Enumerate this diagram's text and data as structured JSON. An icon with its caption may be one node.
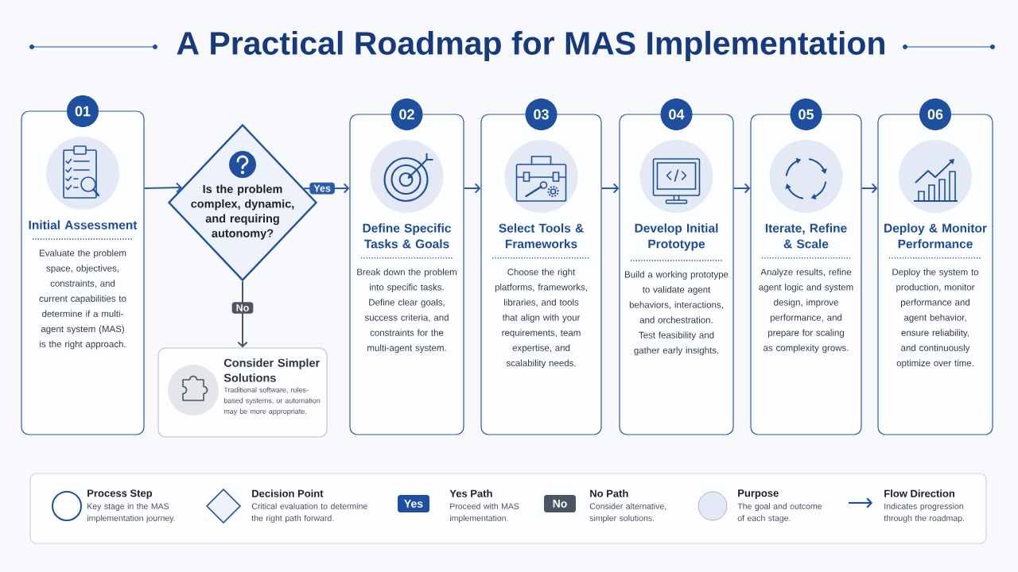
{
  "diagram": {
    "title": "A Practical Roadmap for MAS Implementation",
    "nodes": [
      {
        "text": [
          "01",
          "Initial Assessment",
          "Evaluate the problem space, objectives, constraints, and current capabilities to determine if a multi-agent system (MAS) is the right approach."
        ]
      },
      {
        "text": [
          "Is the problem complex, dynamic, and requiring autonomy?"
        ]
      },
      {
        "text": [
          "Consider Simpler Solutions",
          "Traditional software, rules-based systems, or automation may be more appropriate."
        ]
      },
      {
        "text": [
          "02",
          "Define Specific Tasks & Goals",
          "Break down the problem into specific tasks. Define clear goals, success criteria, and constraints for the multi-agent system."
        ]
      },
      {
        "text": [
          "03",
          "Select Tools & Frameworks",
          "Choose the right platforms, frameworks, libraries, and tools that align with your requirements, team expertise, and scalability needs."
        ]
      },
      {
        "text": [
          "04",
          "Develop Initial Prototype",
          "Build a working prototype to validate agent behaviors, interactions, and orchestration. Test feasibility and gather early insights."
        ]
      },
      {
        "text": [
          "05",
          "Iterate, Refine & Scale",
          "Analyze results, refine agent logic and system design, improve performance, and prepare for scaling as complexity grows."
        ]
      },
      {
        "text": [
          "06",
          "Deploy & Monitor Performance",
          "Deploy the system to production, monitor performance and agent behavior, ensure reliability, and continuously optimize over time."
        ]
      }
    ],
    "edges": [
      {
        "from": 0,
        "to": 1,
        "arrow": "to"
      },
      {
        "from": 1,
        "to": 3,
        "arrow": "to",
        "label": "Yes"
      },
      {
        "from": 1,
        "to": 2,
        "arrow": "to",
        "label": "No",
        "color": "#4b5563"
      },
      {
        "from": 3,
        "to": 4,
        "arrow": "to"
      },
      {
        "from": 4,
        "to": 5,
        "arrow": "to"
      },
      {
        "from": 5,
        "to": 6,
        "arrow": "to"
      },
      {
        "from": 6,
        "to": 7,
        "arrow": "to"
      }
    ],
    "labels": [
      "Key stage in the MAS implementation journey.",
      "Critical evaluation to determine the right path forward.",
      "Yes",
      "Proceed with MAS implementation.",
      "No",
      "Consider alternative, simpler solutions.",
      "The goal and outcome of each stage.",
      "Indicates progression through the roadmap."
    ],
    "legend": [
      {
        "text": "Process Step"
      },
      {
        "text": "Decision Point"
      },
      {
        "text": "Yes Path",
        "color": "#1f4f9f"
      },
      {
        "text": "No Path",
        "color": "#4b5563"
      },
      {
        "text": "Purpose",
        "color": "#e3eaf6"
      },
      {
        "text": "Flow Direction"
      }
    ]
  }
}
